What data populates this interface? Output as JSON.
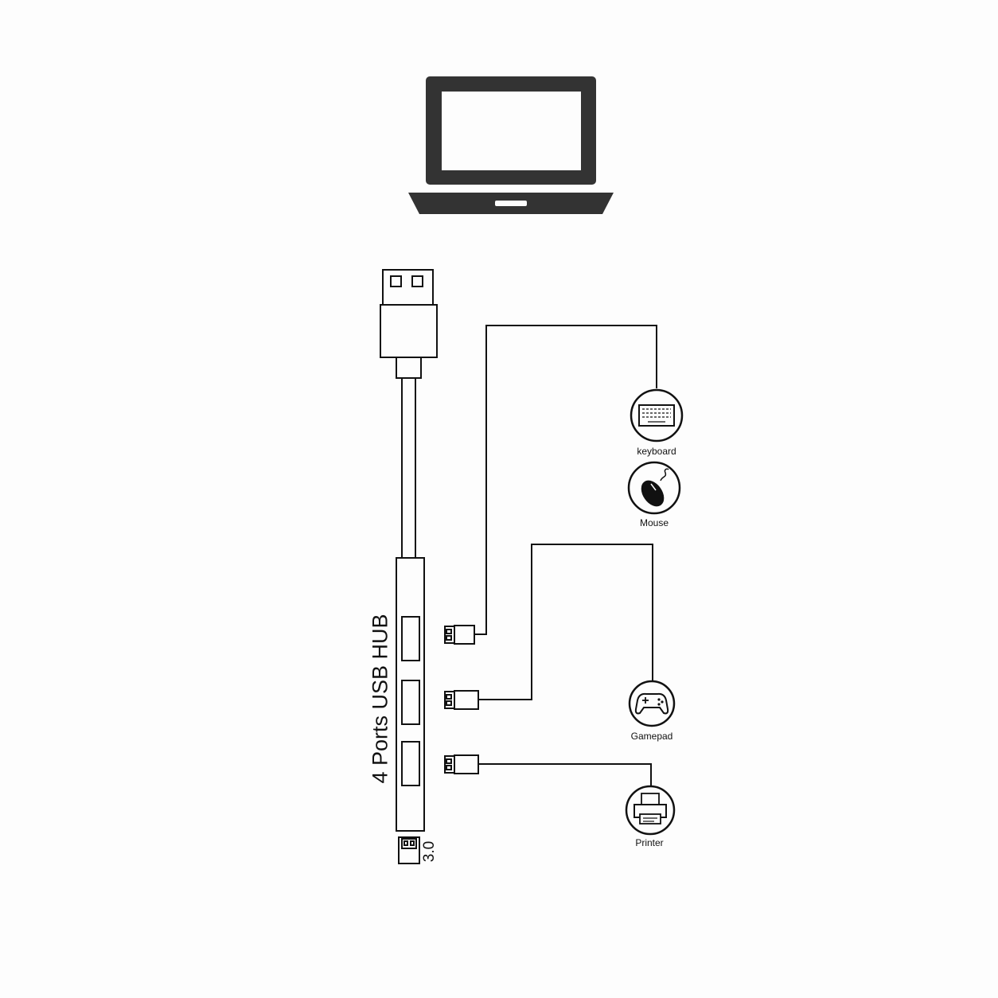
{
  "diagram": {
    "hub_label": "4 Ports USB HUB",
    "usb_version": "3.0",
    "devices": [
      {
        "label": "keyboard",
        "icon": "keyboard-icon"
      },
      {
        "label": "Mouse",
        "icon": "mouse-icon"
      },
      {
        "label": "Gamepad",
        "icon": "gamepad-icon"
      },
      {
        "label": "Printer",
        "icon": "printer-icon"
      }
    ],
    "colors": {
      "stroke": "#111111",
      "laptop": "#333333",
      "background": "#fdfdfd"
    }
  }
}
